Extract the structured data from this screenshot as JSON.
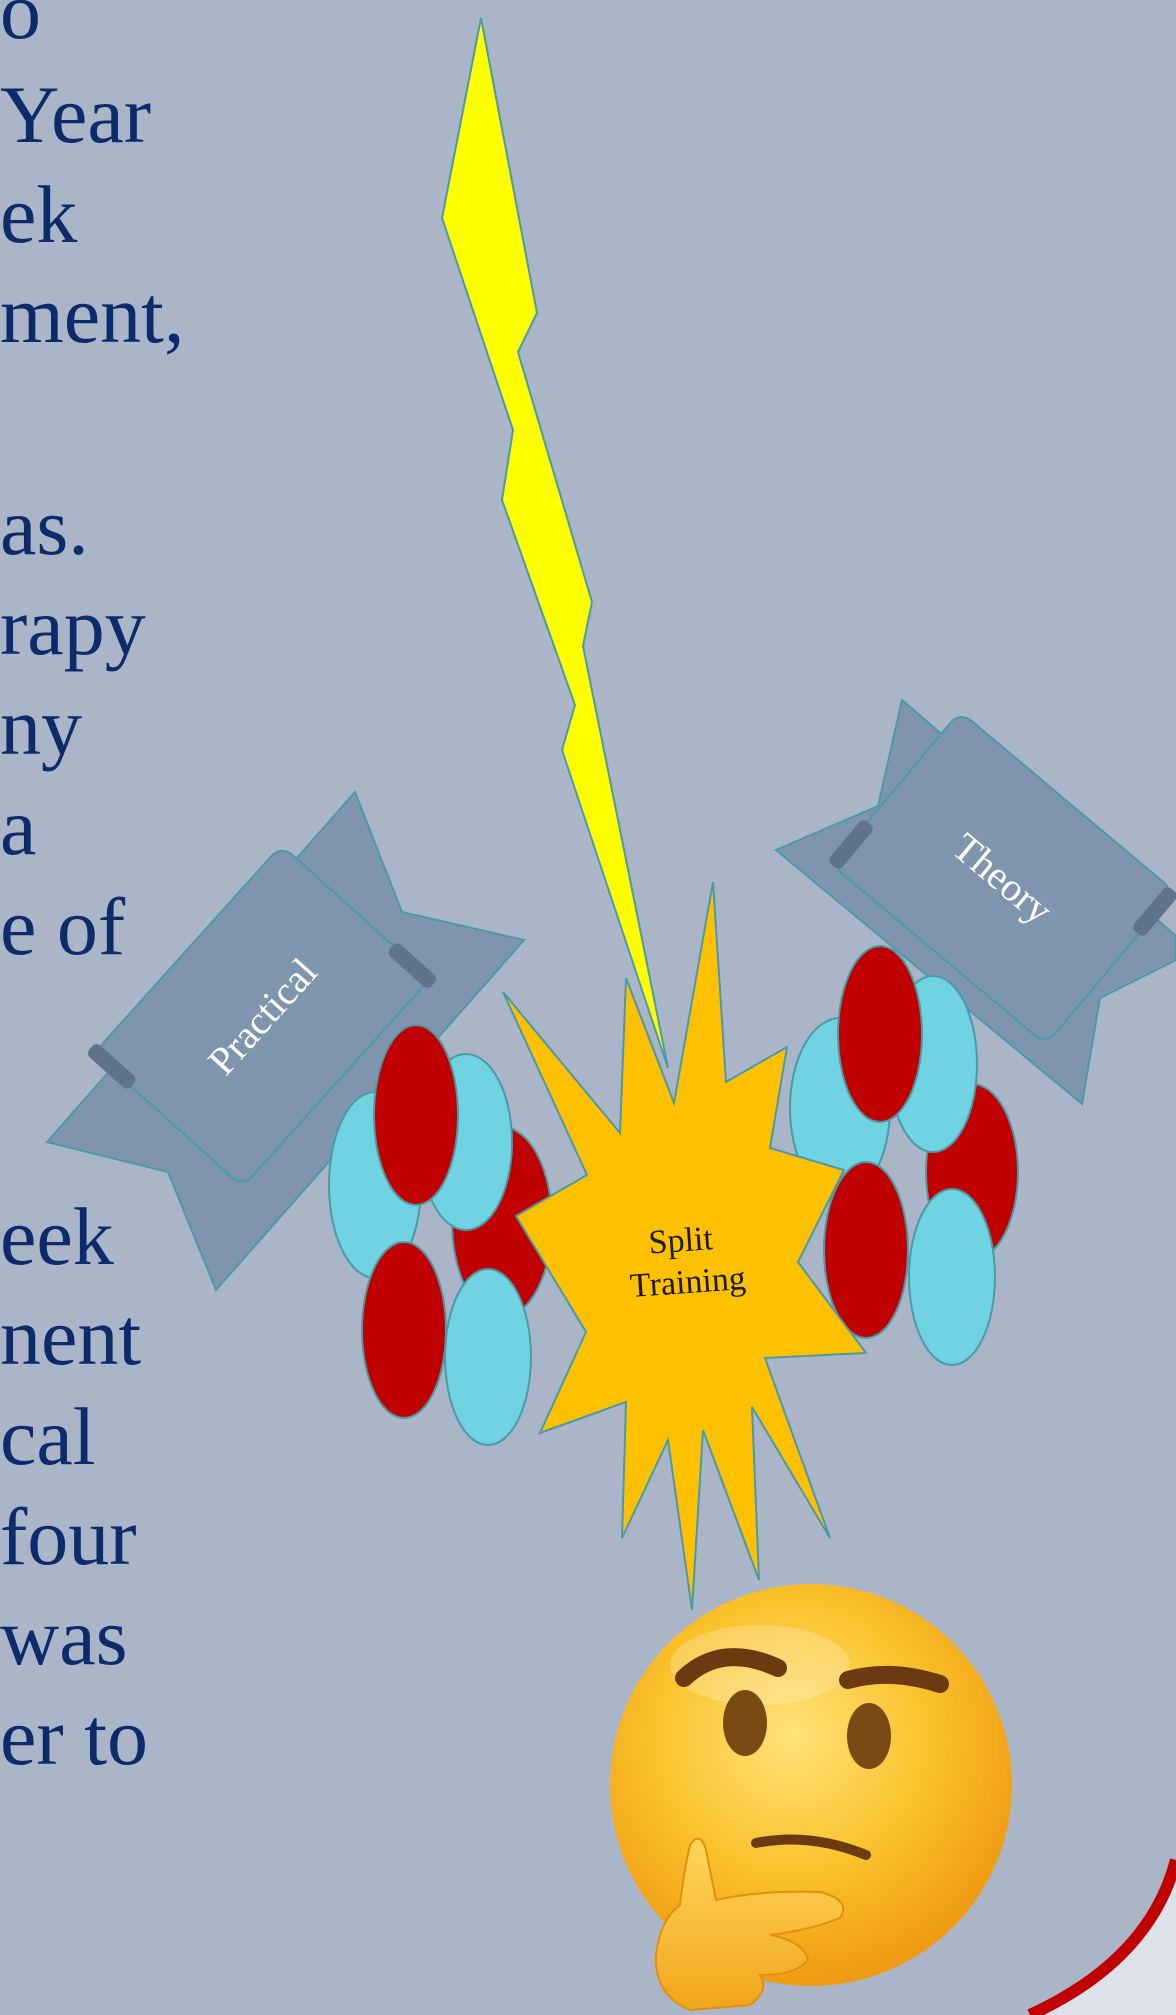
{
  "slide": {
    "background": "#abb5c8",
    "text_color": "#0d2a6b",
    "text_lines": [
      "o",
      "Year",
      "ek",
      "ment,",
      "as.",
      "rapy",
      "ny",
      "a",
      "e of",
      "eek",
      "nent",
      "cal",
      "four",
      "was",
      "er to"
    ]
  },
  "diagram": {
    "center_label": "Split\nTraining",
    "left_banner_label": "Practical",
    "right_banner_label": "Theory",
    "colors": {
      "burst": "#ffc000",
      "lightning": "#ffff00",
      "banner": "#7f95ad",
      "oval_red": "#c00000",
      "oval_cyan": "#6fd3e2",
      "accent_arc": "#c00000"
    },
    "thinking_face_icon": "thinking-face-emoji"
  }
}
